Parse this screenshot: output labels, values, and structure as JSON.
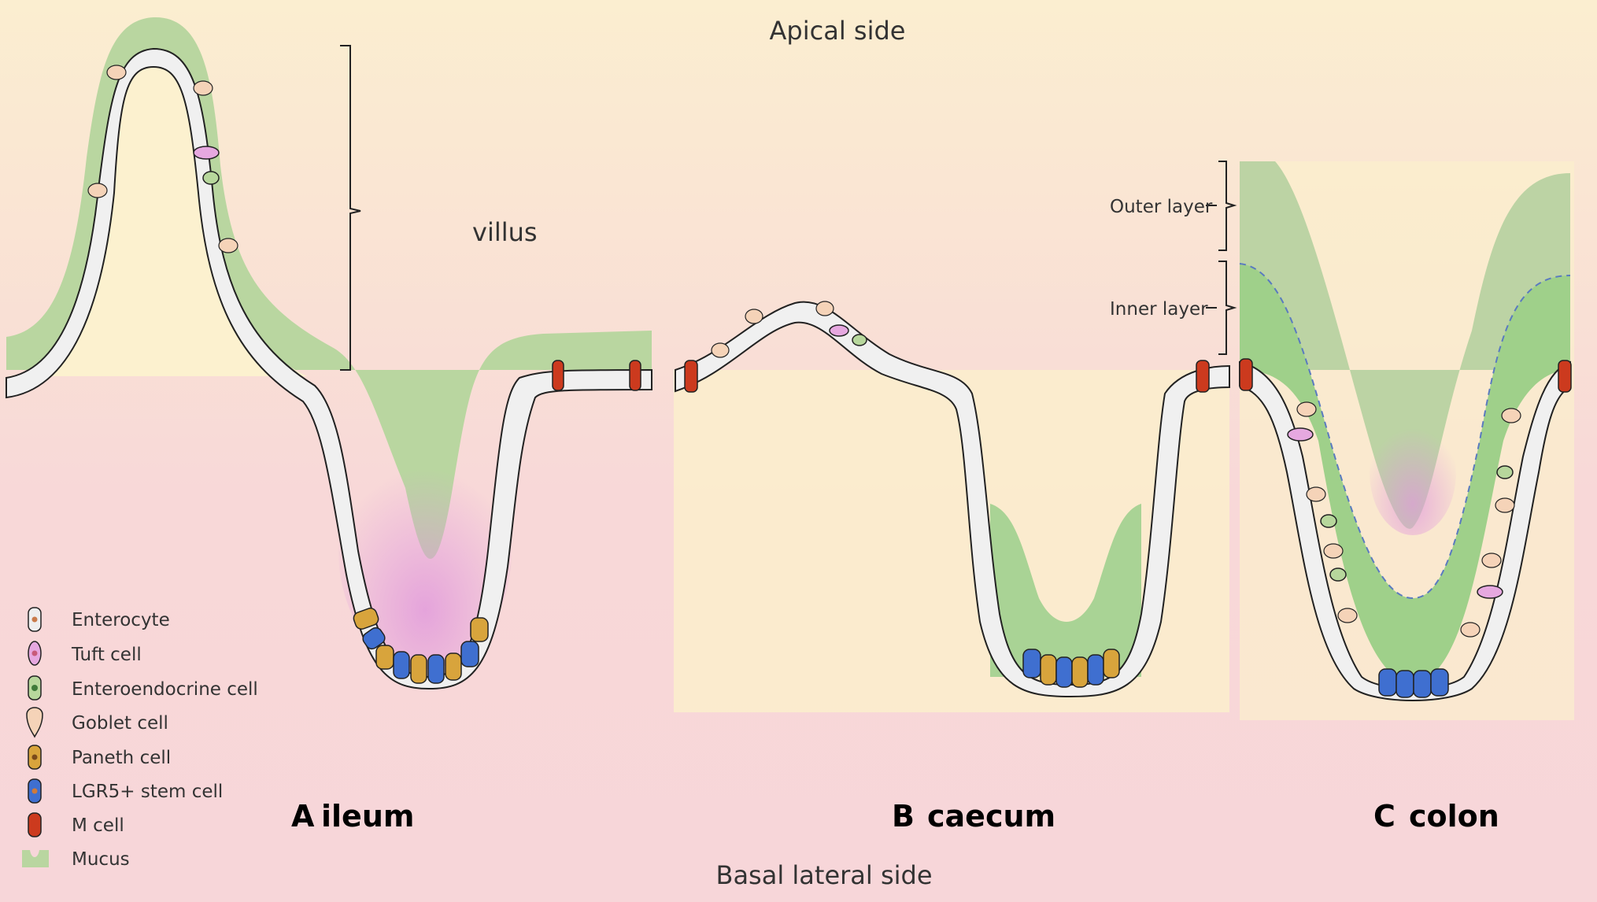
{
  "orientation": {
    "apical": "Apical side",
    "basal": "Basal lateral side"
  },
  "panels": [
    {
      "letter": "A",
      "name": "ileum"
    },
    {
      "letter": "B",
      "name": "caecum"
    },
    {
      "letter": "C",
      "name": "colon"
    }
  ],
  "annotations": {
    "villus": "villus",
    "outer_layer": "Outer layer",
    "inner_layer": "Inner layer"
  },
  "legend": [
    {
      "key": "enterocyte",
      "label": "Enterocyte",
      "color": "#eeeeee",
      "nucleus": "#c97a4a"
    },
    {
      "key": "tuft",
      "label": "Tuft cell",
      "color": "#e6a8e0",
      "nucleus": "#c85a7a"
    },
    {
      "key": "enteroendocrine",
      "label": "Enteroendocrine cell",
      "color": "#b7d79c",
      "nucleus": "#3f7a3a"
    },
    {
      "key": "goblet",
      "label": "Goblet cell",
      "color": "#f5d3b8",
      "nucleus": "#c97a4a"
    },
    {
      "key": "paneth",
      "label": "Paneth cell",
      "color": "#d8a43c",
      "nucleus": "#7a4a1a"
    },
    {
      "key": "stem",
      "label": "LGR5+ stem cell",
      "color": "#3f6fd0",
      "nucleus": "#d07a3a"
    },
    {
      "key": "mcell",
      "label": "M cell",
      "color": "#cc3a1e",
      "nucleus": "#8a1a0a"
    },
    {
      "key": "mucus",
      "label": "Mucus",
      "color": "#b9d6a0",
      "nucleus": ""
    }
  ],
  "colors": {
    "mucus": "#b9d6a0",
    "mucus_outer": "#bcd3a4",
    "mucus_inner": "#9fd08a",
    "lumen": "#fbefcc",
    "crypt_glow": "#e7a8e0",
    "cell_outline": "#222222"
  }
}
